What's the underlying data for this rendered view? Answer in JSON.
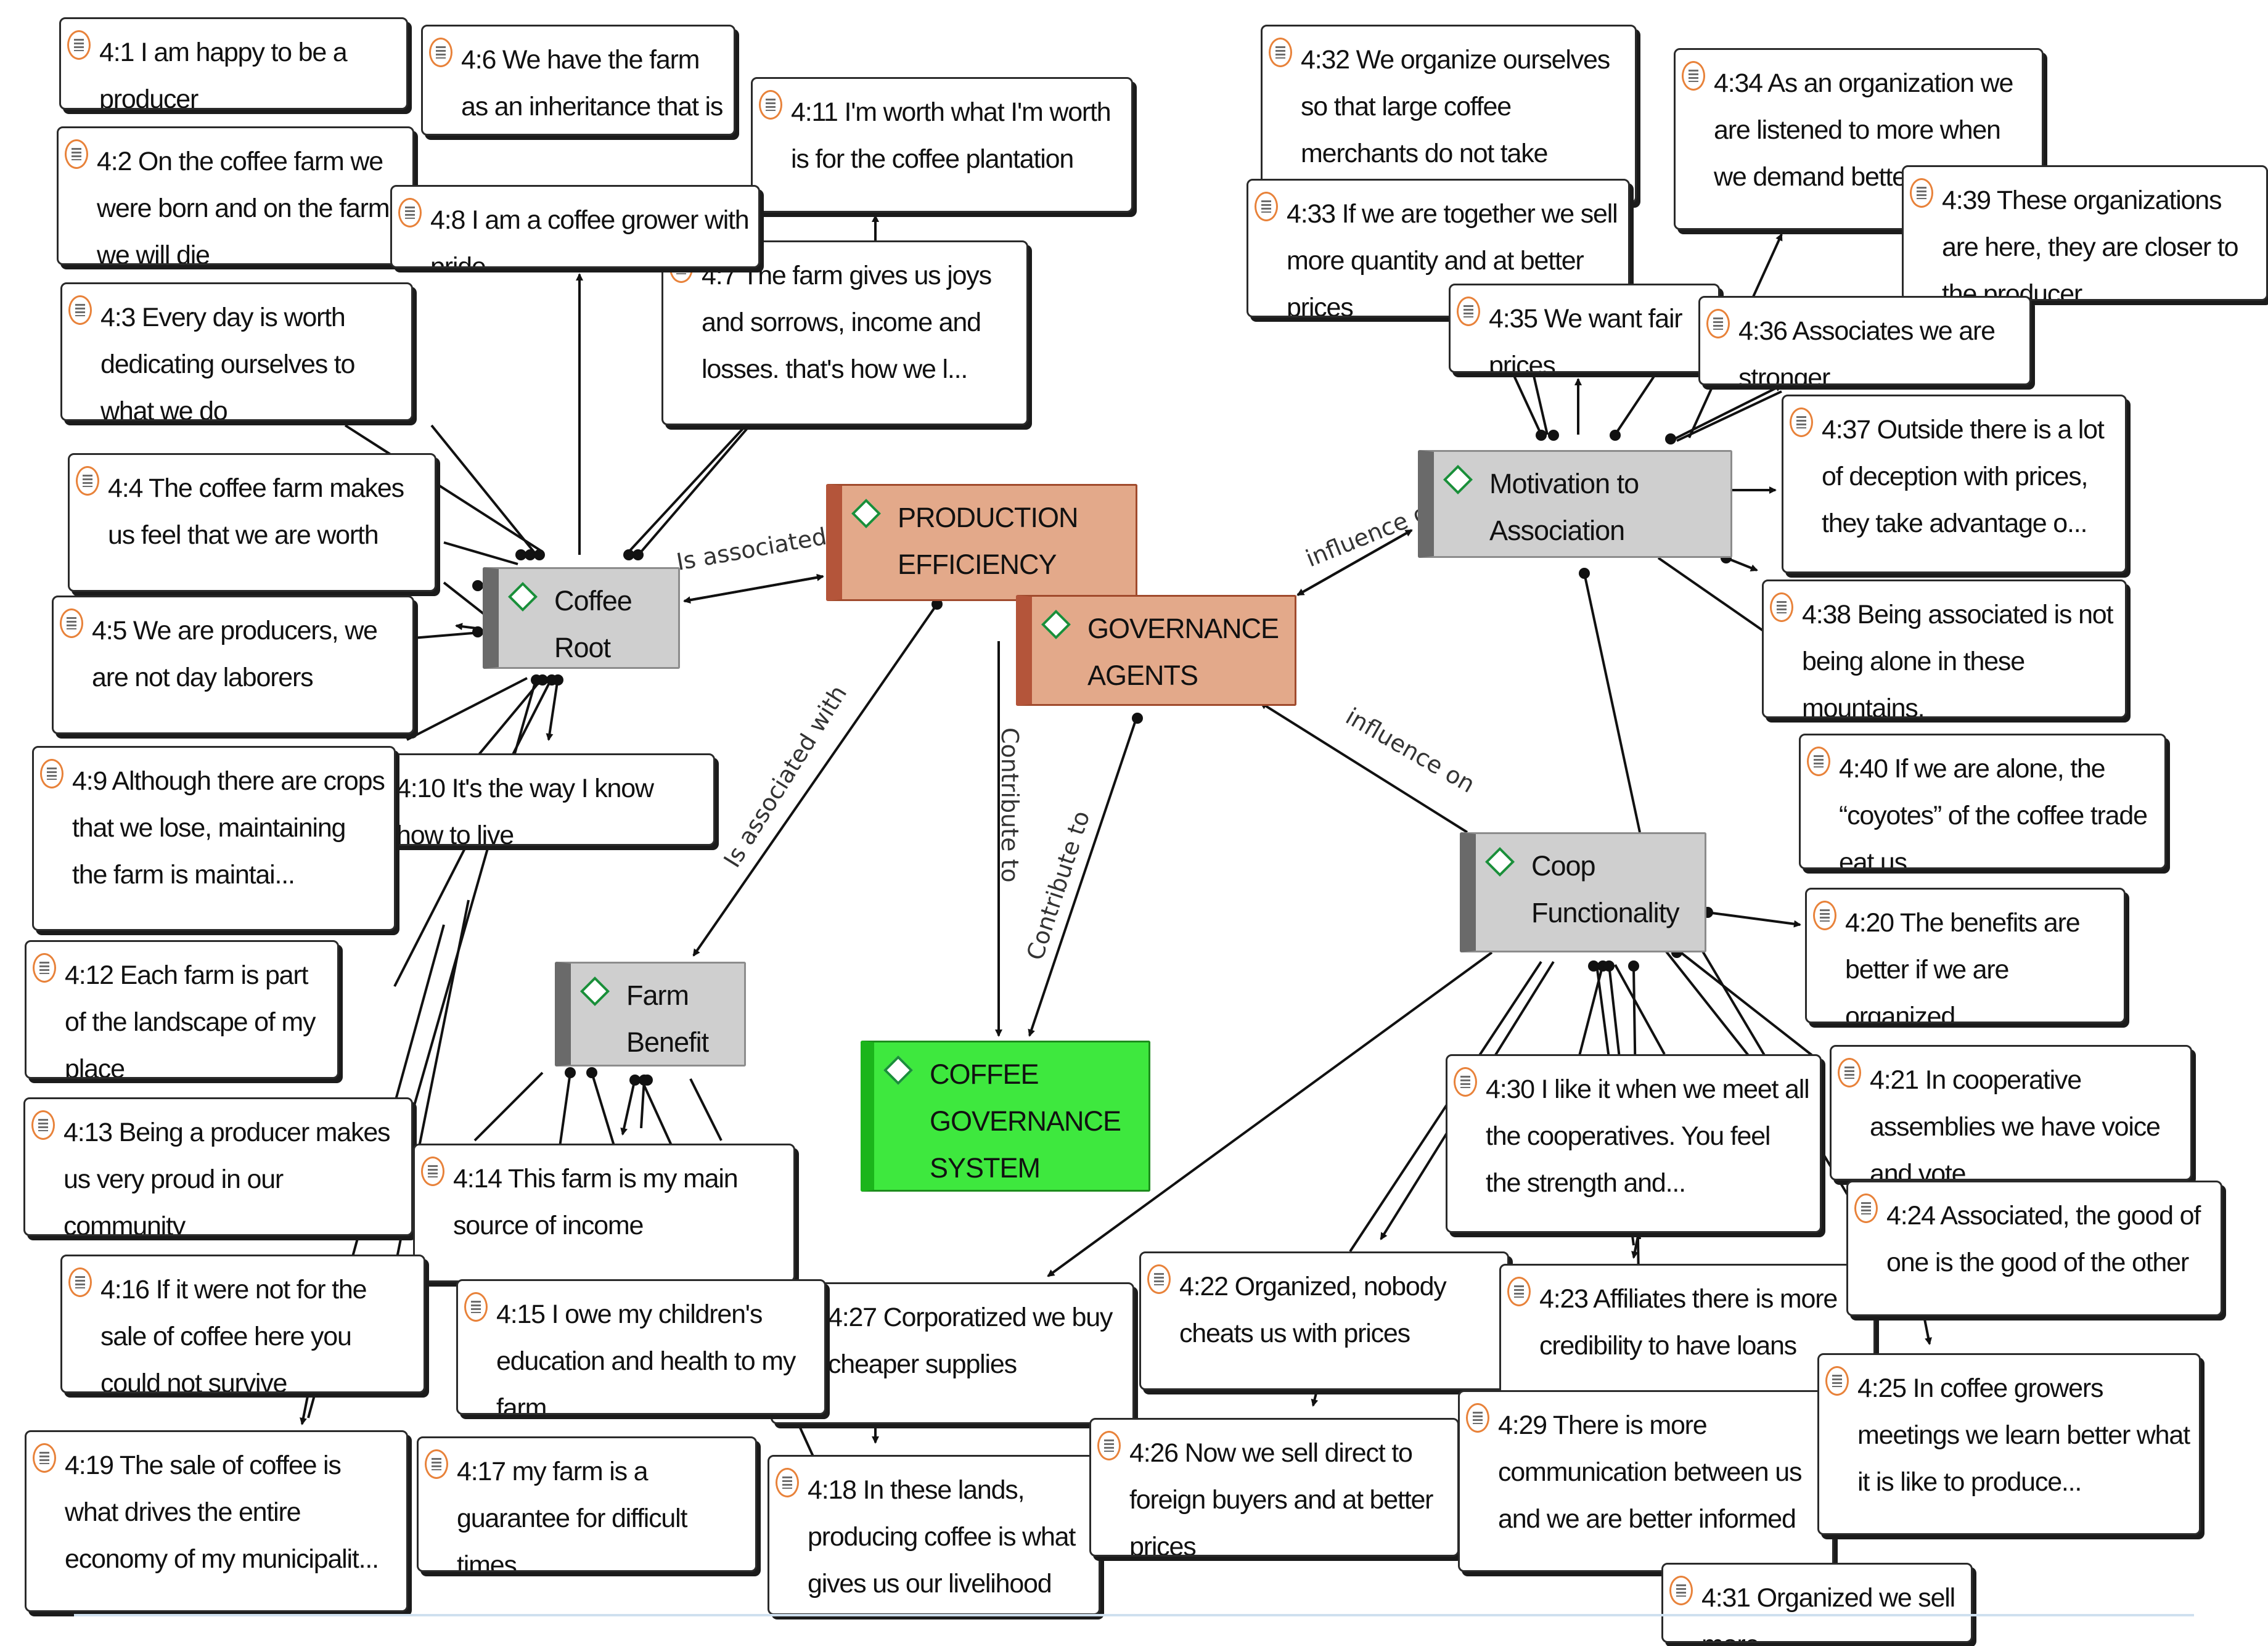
{
  "codes": {
    "production_efficiency": "PRODUCTION EFFICIENCY",
    "governance_agents": "GOVERNANCE AGENTS",
    "coffee_root": "Coffee Root",
    "motivation": "Motivation to Association",
    "coop": "Coop Functionality",
    "farm_benefit": "Farm Benefit",
    "cgs_line1": "COFFEE GOVERNANCE",
    "cgs_line2": "SYSTEM"
  },
  "relations": {
    "assoc1": "Is associated with",
    "assoc2": "Is associated with",
    "contrib1": "Contribute to",
    "contrib2": "Contribute to",
    "influence1": "influence on",
    "influence2": "influence on"
  },
  "quotes": {
    "q4_1": "4:1 I am happy to be a producer",
    "q4_2": "4:2 On the coffee farm we were born and on the farm we will die",
    "q4_3": "4:3 Every day is worth dedicating ourselves to what we do",
    "q4_4": "4:4 The coffee farm makes us feel that we are worth",
    "q4_5": "4:5 We are producers, we are not day laborers",
    "q4_6": "4:6 We have the farm as an inheritance that is respected",
    "q4_7": "4:7 The farm gives us joys and sorrows, income and losses. that's how we l...",
    "q4_8": "4:8 I am a coffee grower with pride",
    "q4_9": "4:9 Although there are crops that we lose, maintaining the farm is maintai...",
    "q4_10": "4:10 It's the way I know how to live",
    "q4_11": "4:11 I'm worth what I'm worth is for the coffee plantation",
    "q4_12": "4:12 Each farm is part of the landscape of my place",
    "q4_13": "4:13 Being a producer makes us very proud in our community",
    "q4_14": "4:14 This farm is my main source of income",
    "q4_15": "4:15 I owe my children's education and health to my farm",
    "q4_16": "4:16 If it were not for the sale of coffee here you could not survive",
    "q4_17": "4:17 my farm is a guarantee for difficult times.",
    "q4_18": "4:18 In these lands, producing coffee is what gives us our livelihood",
    "q4_19": "4:19 The sale of coffee is what drives the entire economy of my municipalit...",
    "q4_20": "4:20 The benefits are better if we are organized",
    "q4_21": "4:21 In cooperative assemblies we have voice and vote.",
    "q4_22": "4:22 Organized, nobody cheats us with prices",
    "q4_23": "4:23 Affiliates there is more credibility to have loans",
    "q4_24": "4:24 Associated, the good of one is the good of the other",
    "q4_25": "4:25 In coffee growers meetings we learn better what it is like to produce...",
    "q4_26": "4:26 Now we sell direct to foreign buyers and at better prices",
    "q4_27": "4:27 Corporatized we buy cheaper supplies",
    "q4_29": "4:29 There is more communication between us and we are better informed",
    "q4_30": "4:30 I like it when we meet all the cooperatives. You feel the strength and...",
    "q4_31": "4:31 Organized we sell more",
    "q4_32": "4:32 We organize ourselves so that large coffee merchants do not take advan...",
    "q4_33": "4:33 If we are together we sell more quantity and at better prices",
    "q4_34": "4:34 As an organization we are listened to more when we demand better roads...",
    "q4_35": "4:35 We want fair prices",
    "q4_36": "4:36 Associates we are stronger",
    "q4_37": "4:37 Outside there is a lot of deception with prices, they take advantage o...",
    "q4_38": "4:38 Being associated is not being alone in these mountains.",
    "q4_39": "4:39 These organizations are here, they are closer to the producer",
    "q4_40": "4:40 If we are alone, the “coyotes” of the coffee trade eat us"
  },
  "colors": {
    "code_gray": "#cfcfcf",
    "code_orange": "#e3a98a",
    "code_green": "#3ee83e",
    "quote_icon": "#e8823a",
    "link": "#111111"
  }
}
